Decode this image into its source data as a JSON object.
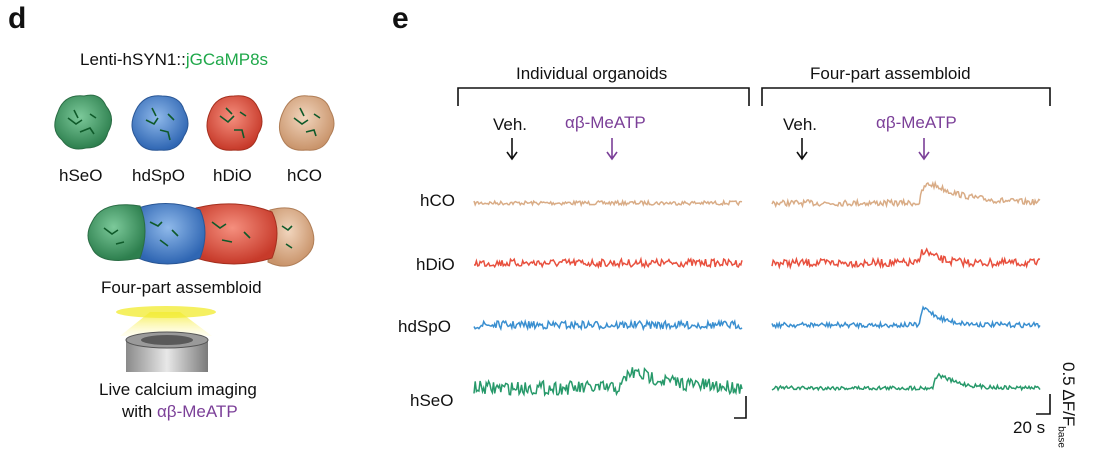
{
  "panel_d": {
    "letter": "d",
    "construct_prefix": "Lenti-hSYN1::",
    "construct_reporter": "jGCaMP8s",
    "organoids": [
      {
        "label": "hSeO",
        "color": "#3f9a63"
      },
      {
        "label": "hdSpO",
        "color": "#4d86cf"
      },
      {
        "label": "hDiO",
        "color": "#e8503e"
      },
      {
        "label": "hCO",
        "color": "#d9ac86"
      }
    ],
    "assembloid_label": "Four-part assembloid",
    "imaging_line1": "Live calcium imaging",
    "imaging_line2_prefix": "with ",
    "imaging_drug": "αβ-MeATP"
  },
  "panel_e": {
    "letter": "e",
    "group_left": "Individual organoids",
    "group_right": "Four-part assembloid",
    "vehicle_label": "Veh.",
    "drug_label": "αβ-MeATP",
    "traces": [
      {
        "region": "hCO",
        "color": "#d9ac86"
      },
      {
        "region": "hDiO",
        "color": "#e8503e"
      },
      {
        "region": "hdSpO",
        "color": "#3a8fd0"
      },
      {
        "region": "hSeO",
        "color": "#27996a"
      }
    ],
    "scale_y": "0.5 ΔF/F",
    "scale_y_sub": "base",
    "scale_x": "20 s"
  },
  "colors": {
    "drug": "#7b3f98",
    "reporter": "#1fa84a"
  }
}
